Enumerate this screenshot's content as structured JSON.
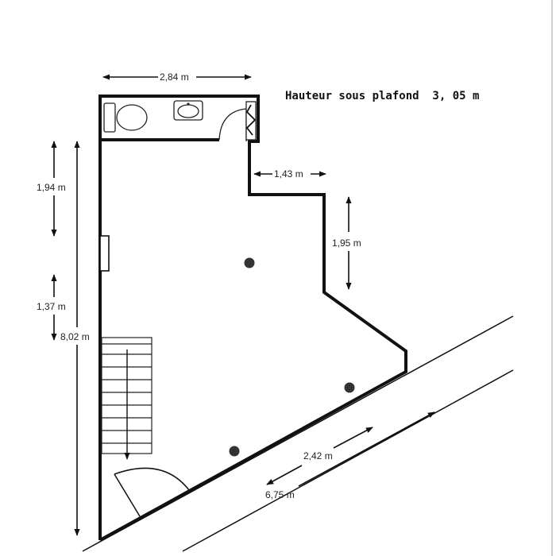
{
  "title": "Hauteur sous plafond  3, 05 m",
  "dimensions": {
    "top_width": "2,84 m",
    "notch_width": "1,43 m",
    "right_height": "1,95 m",
    "left_upper": "1,94 m",
    "left_lower": "1,37 m",
    "total_height": "8,02 m",
    "diag_short": "2,42 m",
    "diag_long": "6,75 m"
  },
  "icons": [
    "toilet-icon",
    "sink-icon",
    "water-heater-icon",
    "ceiling-light-icon",
    "staircase-icon",
    "door-swing-icon"
  ]
}
